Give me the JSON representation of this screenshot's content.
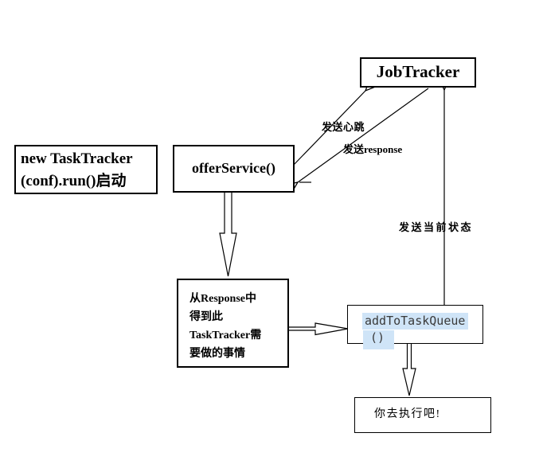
{
  "nodes": {
    "job_tracker": {
      "label": "JobTracker"
    },
    "new_task_tracker": {
      "lines": [
        "new TaskTracker",
        "(conf).run()启动"
      ]
    },
    "offer_service": {
      "label": "offerService()"
    },
    "response_info": {
      "lines": [
        "从Response中",
        "得到此",
        "TaskTracker需",
        "要做的事情"
      ]
    },
    "add_to_task_queue": {
      "lines": [
        "addToTaskQueue",
        "()"
      ]
    },
    "execute": {
      "label": "你去执行吧!"
    }
  },
  "edges": {
    "heartbeat": {
      "label": "发送心跳"
    },
    "response": {
      "label": "发送response"
    },
    "current_state": {
      "label": "发送当前状态"
    }
  },
  "colors": {
    "line": "#000000",
    "background": "#ffffff",
    "selection_highlight": "#cfe4f7",
    "code_text": "#3a3a3a"
  }
}
